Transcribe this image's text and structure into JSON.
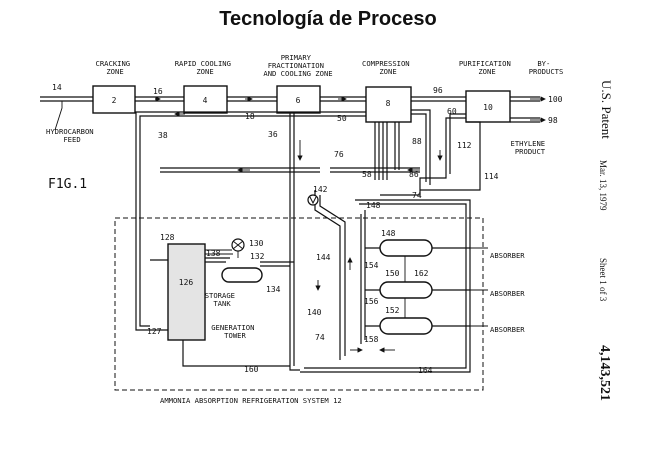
{
  "title": "Tecnología de Proceso",
  "figure_label": "F1G.1",
  "zones": {
    "cracking": [
      "CRACKING",
      "ZONE"
    ],
    "rapid_cooling": [
      "RAPID COOLING",
      "ZONE"
    ],
    "primary": [
      "PRIMARY",
      "FRACTIONATION",
      "AND COOLING ZONE"
    ],
    "compression": [
      "COMPRESSION",
      "ZONE"
    ],
    "purification": [
      "PURIFICATION",
      "ZONE"
    ],
    "by_products": [
      "BY-",
      "PRODUCTS"
    ],
    "ethylene": [
      "ETHYLENE",
      "PRODUCT"
    ],
    "hydrocarbon": [
      "HYDROCARBON",
      "FEED"
    ]
  },
  "boxes": {
    "b2": "2",
    "b4": "4",
    "b6": "6",
    "b8": "8",
    "b10": "10",
    "b126": "126"
  },
  "refs": {
    "r14": "14",
    "r16": "16",
    "r18": "18",
    "r50": "50",
    "r96": "96",
    "r60": "60",
    "r100": "100",
    "r98": "98",
    "r38": "38",
    "r36": "36",
    "r88": "88",
    "r112": "112",
    "r76": "76",
    "r58": "58",
    "r86": "86",
    "r114": "114",
    "r142": "142",
    "r74a": "74",
    "r148a": "148",
    "r148b": "148",
    "r128": "128",
    "r130": "130",
    "r138": "138",
    "r132": "132",
    "r134": "134",
    "r144": "144",
    "r150": "150",
    "r154": "154",
    "r162": "162",
    "r156": "156",
    "r152": "152",
    "r158": "158",
    "r140": "140",
    "r127": "127",
    "r74b": "74",
    "r160": "160",
    "r164": "164"
  },
  "labels": {
    "storage_tank": [
      "STORAGE",
      "TANK"
    ],
    "generation_tower": [
      "GENERATION",
      "TOWER"
    ],
    "absorber_1": "ABSORBER",
    "absorber_2": "ABSORBER",
    "absorber_3": "ABSORBER",
    "system": "AMMONIA ABSORPTION REFRIGERATION SYSTEM 12"
  },
  "sidebar": {
    "patent": "U.S. Patent",
    "date": "Mar. 13, 1979",
    "sheet": "Sheet 1 of 3",
    "number": "4,143,521"
  }
}
